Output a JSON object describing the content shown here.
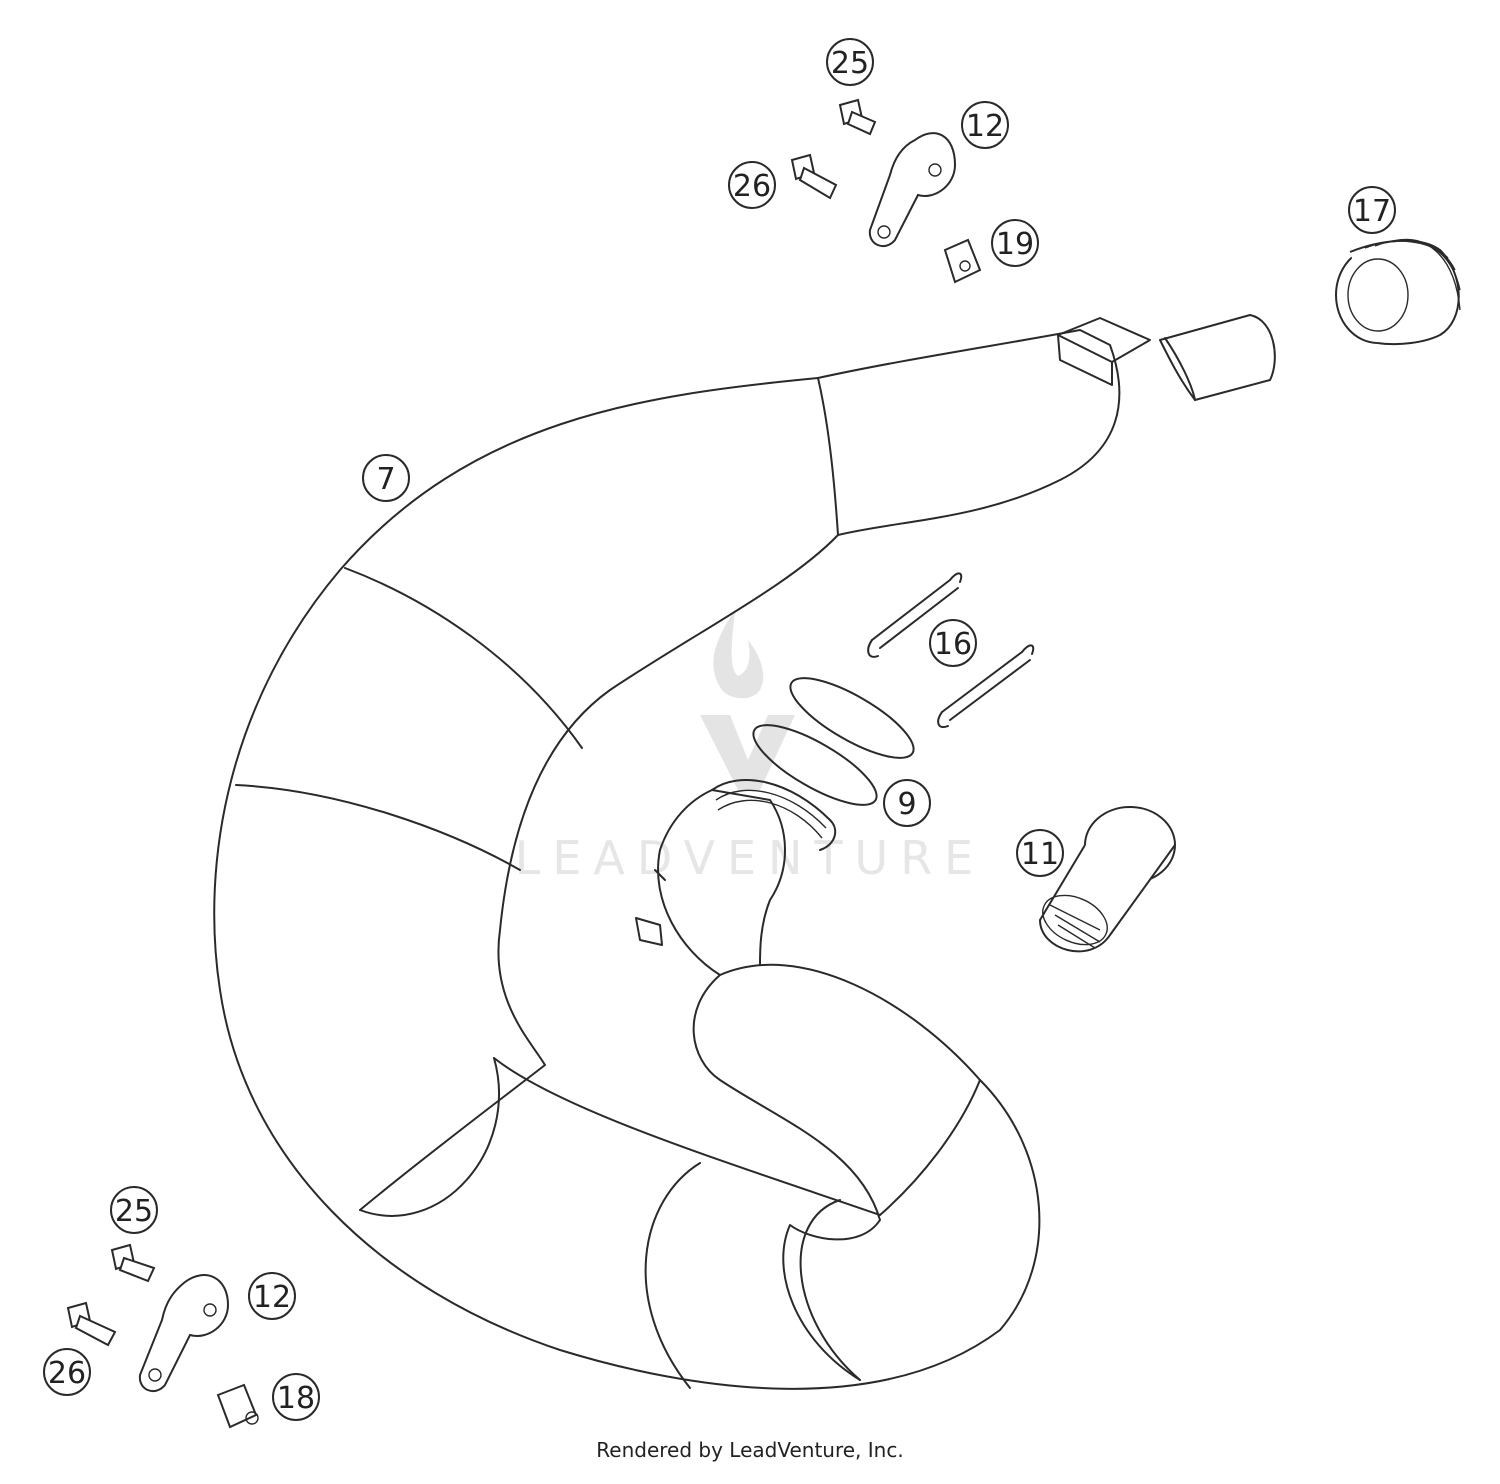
{
  "colors": {
    "line": "#2a2a2a",
    "watermark": "#e4e4e4",
    "background": "#ffffff"
  },
  "watermark": {
    "text": "LEADVENTURE"
  },
  "footer": {
    "credit": "Rendered by LeadVenture, Inc."
  },
  "callouts": {
    "c25_top": "25",
    "c12_top": "12",
    "c26_top": "26",
    "c19": "19",
    "c17": "17",
    "c7": "7",
    "c16": "16",
    "c9": "9",
    "c11": "11",
    "c25_bottom": "25",
    "c12_bottom": "12",
    "c26_bottom": "26",
    "c18": "18"
  }
}
